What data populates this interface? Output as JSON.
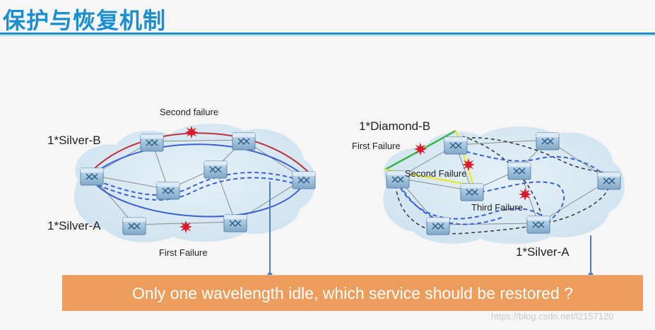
{
  "header": {
    "title": "保护与恢复机制"
  },
  "left_diagram": {
    "second_failure": "Second failure",
    "first_failure": "First Failure",
    "service_b": "1*Silver-B",
    "service_a": "1*Silver-A"
  },
  "right_diagram": {
    "service_d": "1*Diamond-B",
    "first_failure": "First Failure",
    "second_failure": "Second Failure",
    "third_failure": "Third Failure",
    "service_a": "1*Silver-A"
  },
  "banner": {
    "text": "Only one wavelength idle, which service should be restored ?"
  },
  "watermark": {
    "text": "https://blog.csdn.net/l2157120"
  },
  "colors": {
    "accent": "#1a8fd0",
    "banner": "#ec9d5c",
    "cloud": "#d8e9f3",
    "route_blue": "#3a5fd6",
    "route_red": "#c0303a",
    "route_green": "#39b54a",
    "route_yellow": "#e8e83a",
    "route_black": "#333333",
    "failure": "#d81b2c"
  }
}
